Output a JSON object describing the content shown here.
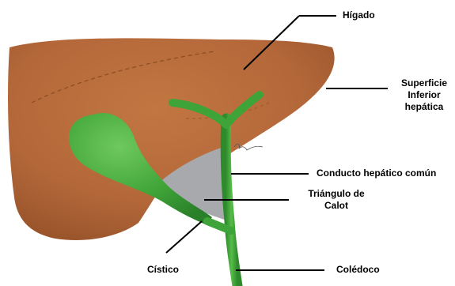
{
  "labels": {
    "liver": "Hígado",
    "inferior_surface": "Superficie\nInferior\nhepática",
    "common_hepatic_duct": "Conducto hepático común",
    "calot_triangle": "Triángulo de\nCalot",
    "cystic": "Cístico",
    "common_bile_duct": "Colédoco"
  },
  "colors": {
    "liver": "#b96a37",
    "gallbladder": "#3ea338",
    "triangle": "#a8a9ad"
  }
}
